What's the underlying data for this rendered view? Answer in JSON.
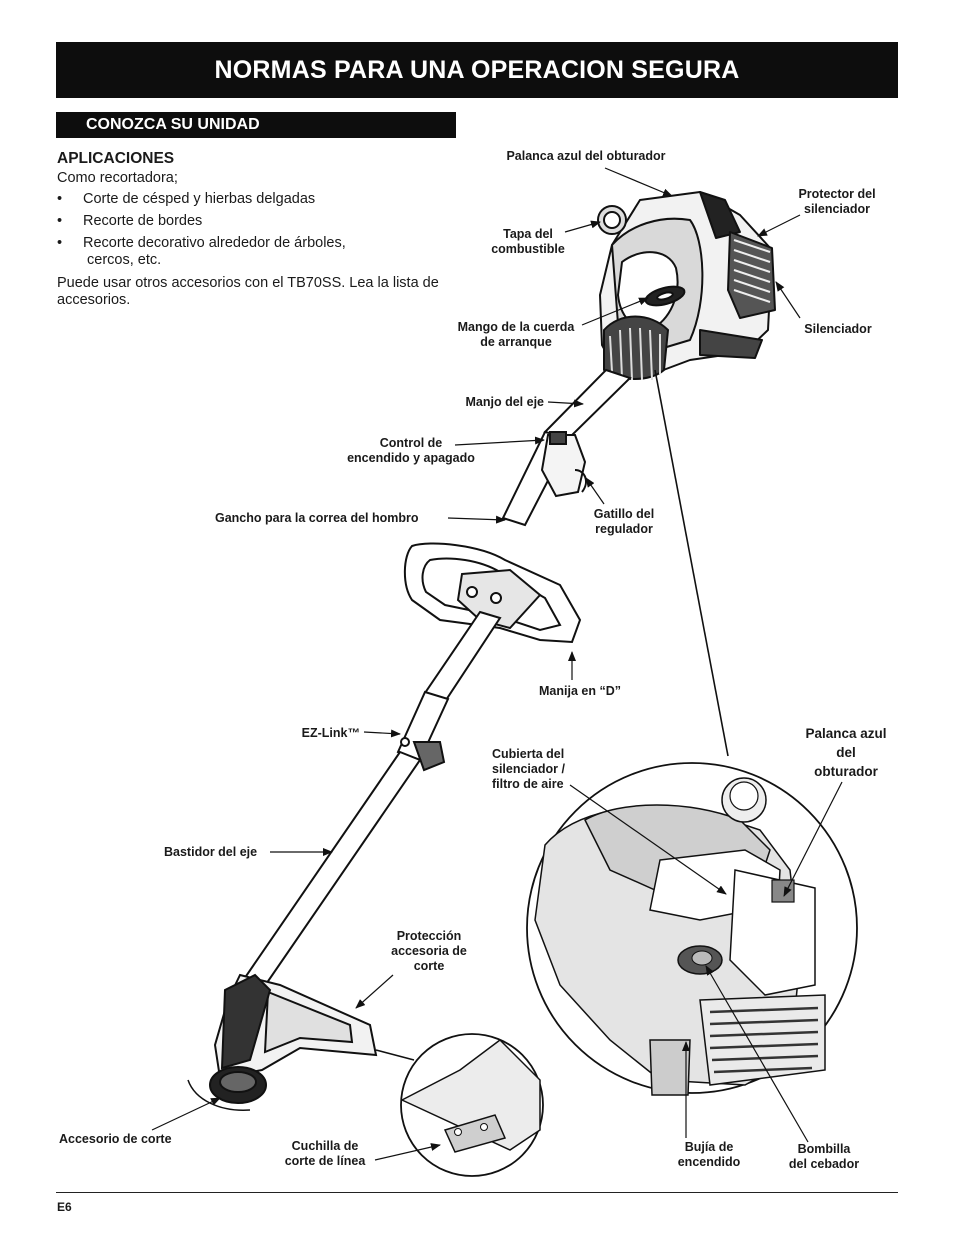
{
  "header": {
    "title": "NORMAS PARA UNA OPERACION SEGURA"
  },
  "section": {
    "title": "CONOZCA SU UNIDAD"
  },
  "applications": {
    "heading": "APLICACIONES",
    "intro": "Como recortadora;",
    "bullets": [
      "Corte de césped y hierbas delgadas",
      "Recorte de bordes",
      "Recorte decorativo alrededor de árboles,",
      "cercos, etc."
    ],
    "note": "Puede usar otros accesorios con el TB70SS. Lea la lista de accesorios."
  },
  "labels": {
    "choke_lever_top": "Palanca azul del obturador",
    "muffler_guard": "Protector del\nsilenciador",
    "fuel_cap": "Tapa del\ncombustible",
    "starter_handle": "Mango de la cuerda\nde arranque",
    "muffler": "Silenciador",
    "shaft_handle": "Manjo del eje",
    "on_off_control": "Control de\nencendido y apagado",
    "throttle_trigger": "Gatillo del\nregulador",
    "shoulder_strap_hook": "Gancho para la correa del hombro",
    "d_handle": "Manija en “D”",
    "ez_link": "EZ-Link™",
    "air_filter_cover": "Cubierta del\nsilenciador /\nfiltro de aire",
    "choke_lever_detail": "Palanca azul\ndel\nobturador",
    "shaft_housing": "Bastidor del eje",
    "cutting_guard": "Protección\naccesoria de\ncorte",
    "cutting_attachment": "Accesorio de corte",
    "line_cutter_blade": "Cuchilla de\ncorte de línea",
    "spark_plug": "Bujía de\nencendido",
    "primer_bulb": "Bombilla\ndel cebador"
  },
  "footer": {
    "page": "E6"
  }
}
